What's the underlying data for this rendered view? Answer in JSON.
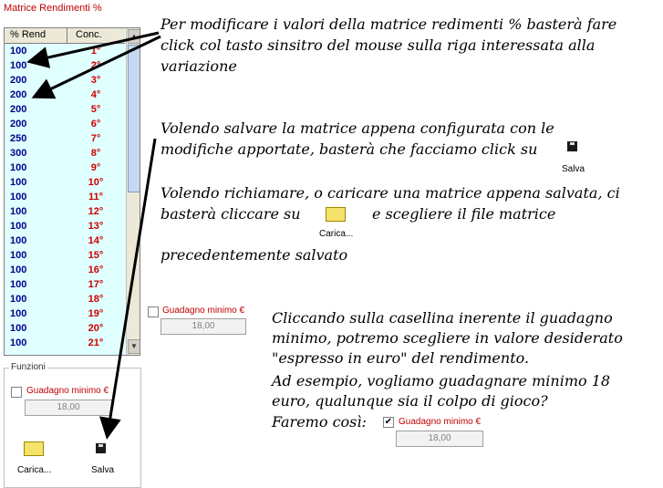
{
  "window": {
    "title": "Matrice Rendimenti %"
  },
  "grid": {
    "columns": [
      "% Rend",
      "Conc."
    ],
    "rows": [
      {
        "rend": "100",
        "conc": "1°"
      },
      {
        "rend": "100",
        "conc": "2°"
      },
      {
        "rend": "200",
        "conc": "3°"
      },
      {
        "rend": "200",
        "conc": "4°"
      },
      {
        "rend": "200",
        "conc": "5°"
      },
      {
        "rend": "200",
        "conc": "6°"
      },
      {
        "rend": "250",
        "conc": "7°"
      },
      {
        "rend": "300",
        "conc": "8°"
      },
      {
        "rend": "100",
        "conc": "9°"
      },
      {
        "rend": "100",
        "conc": "10°"
      },
      {
        "rend": "100",
        "conc": "11°"
      },
      {
        "rend": "100",
        "conc": "12°"
      },
      {
        "rend": "100",
        "conc": "13°"
      },
      {
        "rend": "100",
        "conc": "14°"
      },
      {
        "rend": "100",
        "conc": "15°"
      },
      {
        "rend": "100",
        "conc": "16°"
      },
      {
        "rend": "100",
        "conc": "17°"
      },
      {
        "rend": "100",
        "conc": "18°"
      },
      {
        "rend": "100",
        "conc": "19°"
      },
      {
        "rend": "100",
        "conc": "20°"
      },
      {
        "rend": "100",
        "conc": "21°"
      }
    ]
  },
  "funzioni": {
    "legend": "Funzioni",
    "guadagno_label": "Guadagno minimo €",
    "guadagno_value": "18,00",
    "carica_label": "Carica...",
    "salva_label": "Salva"
  },
  "notes": {
    "n1_l1": "Per modificare i valori della matrice redimenti % basterà fare",
    "n1_l2": "click col tasto sinsitro del mouse sulla riga interessata alla",
    "n1_l3": "variazione",
    "n2_l1": "Volendo salvare la matrice appena configurata con le",
    "n2_l2": "modifiche apportate, basterà che facciamo click su",
    "n3_l1": "Volendo richiamare, o caricare una matrice appena salvata, ci",
    "n3_l2a": "basterà cliccare su",
    "n3_l2b": "e scegliere il file matrice",
    "n3_l3": "precedentemente salvato",
    "n4_l1": "Cliccando sulla casellina inerente il guadagno",
    "n4_l2": "minimo, potremo scegliere in valore desiderato",
    "n4_l3": "\"espresso in euro\" del rendimento.",
    "n4_l4": "Ad esempio, vogliamo guadagnare minimo 18",
    "n4_l5": "euro, qualunque sia il colpo di gioco?",
    "n4_l6": "Faremo così:"
  },
  "inline": {
    "salva_caption": "Salva",
    "carica_caption": "Carica...",
    "guadagno_label": "Guadagno minimo €",
    "guadagno_value": "18,00"
  },
  "colors": {
    "grid_bg": "#e0ffff",
    "value_text": "#00008b",
    "position_text": "#cc0000",
    "label_red": "#c00000"
  }
}
